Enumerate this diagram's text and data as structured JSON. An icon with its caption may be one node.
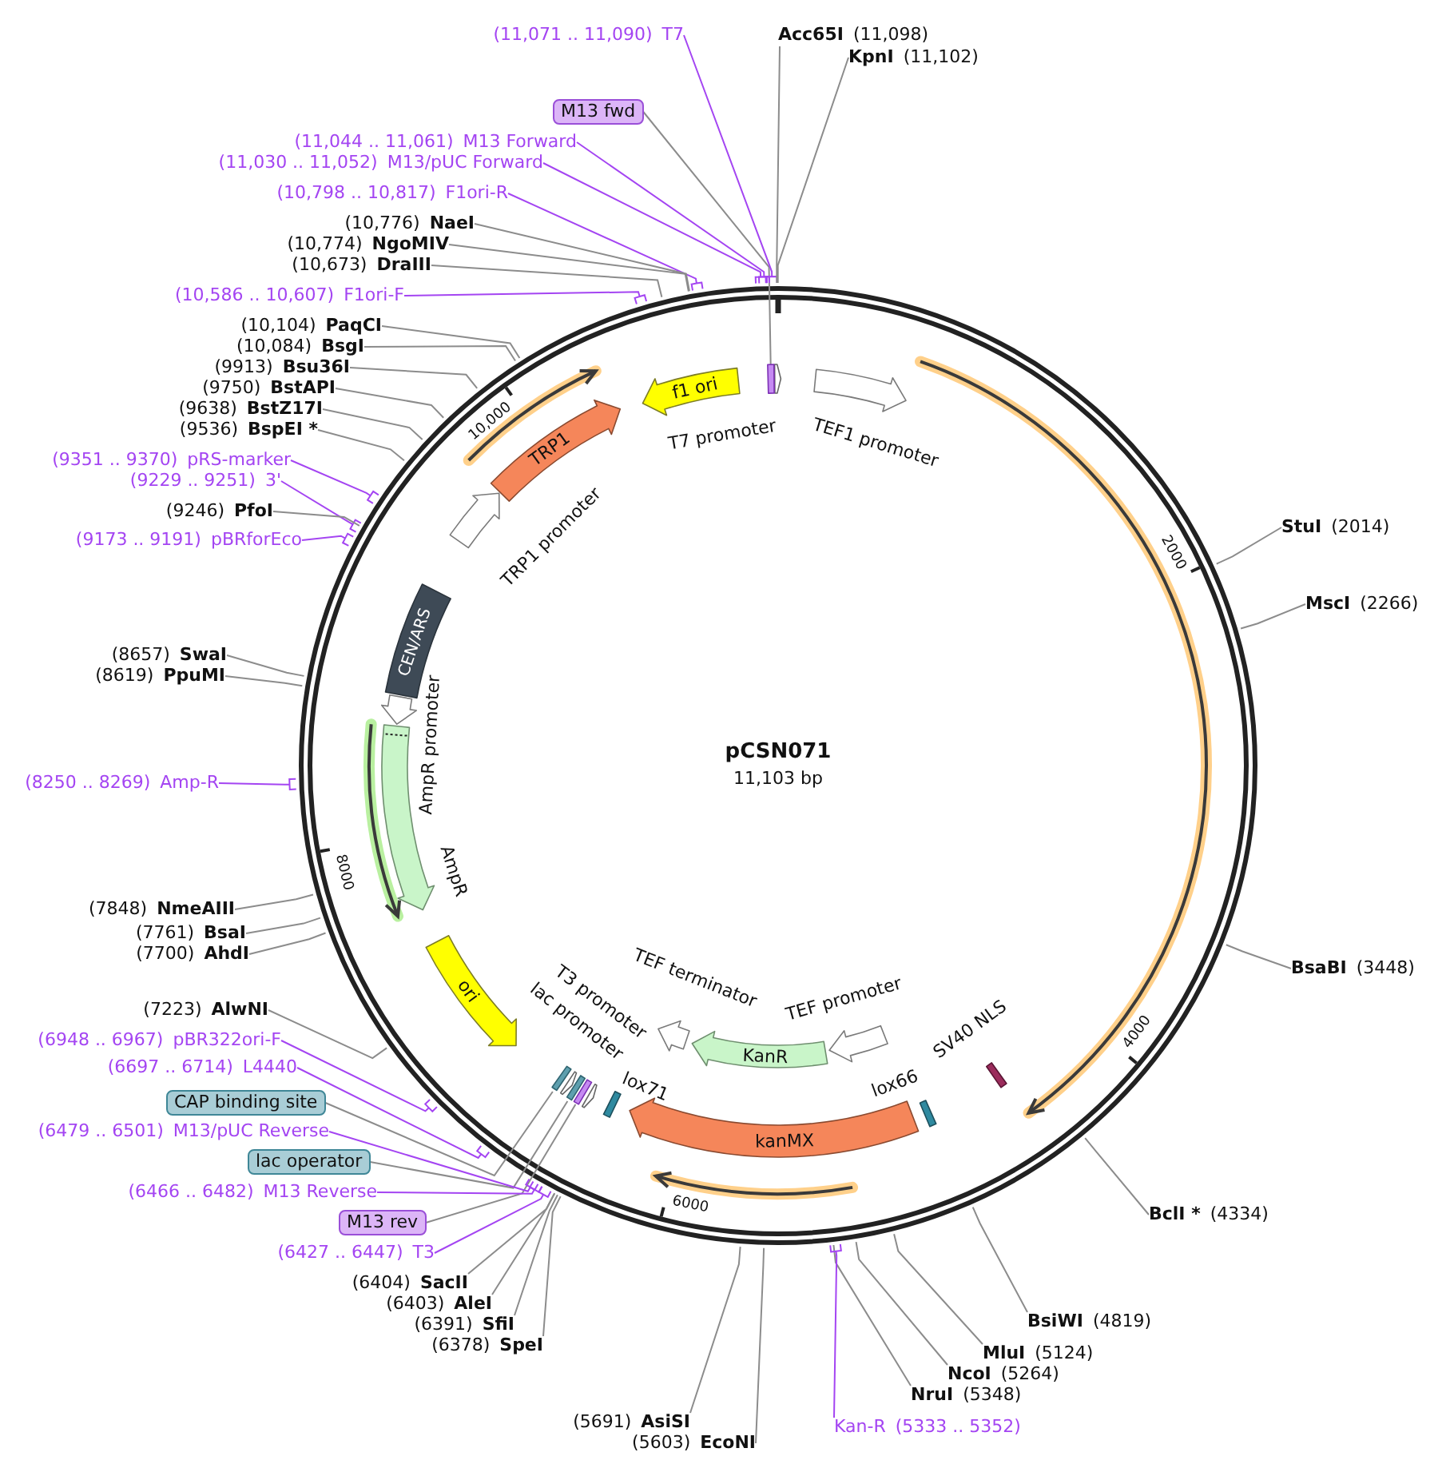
{
  "diagram": {
    "title": "pCSN071",
    "nodes": [
      {
        "text": [
          "f1 ori"
        ]
      },
      {
        "text": [],
        "shape": "arrow"
      },
      {
        "text": [],
        "shape": "bar"
      },
      {
        "text": [],
        "shape": "arrow",
        "beside": [
          "TEF1 promoter"
        ]
      },
      {
        "text": [],
        "shape": "arrow",
        "beside": [
          "TRP1 promoter"
        ]
      },
      {
        "text": [
          "TRP1"
        ]
      },
      {
        "text": [
          "CEN/ARS"
        ]
      },
      {
        "text": [],
        "shape": "arrow",
        "beside": [
          "AmpR promoter"
        ]
      },
      {
        "text": [],
        "shape": "arrow",
        "beside": [
          "AmpR"
        ]
      },
      {
        "text": [
          "ori"
        ]
      },
      {
        "text": [],
        "shape": "arrow",
        "beside": [
          "lac promoter"
        ]
      },
      {
        "text": [],
        "shape": "bar"
      },
      {
        "text": [],
        "shape": "bar"
      },
      {
        "text": [],
        "shape": "bar"
      },
      {
        "text": [],
        "shape": "arrow"
      },
      {
        "text": [],
        "shape": "bar",
        "beside": [
          "lox71"
        ]
      },
      {
        "text": [],
        "shape": "arrow",
        "beside": [
          "TEF terminator"
        ]
      },
      {
        "text": [
          "KanR"
        ]
      },
      {
        "text": [],
        "shape": "arrow",
        "beside": [
          "TEF promoter"
        ]
      },
      {
        "text": [
          "kanMX"
        ]
      },
      {
        "text": [],
        "shape": "bar",
        "beside": [
          "lox66"
        ]
      },
      {
        "text": [],
        "shape": "bar",
        "beside": [
          "SV40 NLS"
        ]
      },
      {
        "text": [
          "M13 fwd"
        ]
      },
      {
        "text": [
          "CAP binding site"
        ]
      },
      {
        "text": [
          "lac operator"
        ]
      },
      {
        "text": [
          "M13 rev"
        ]
      },
      {
        "text": [
          "(11,071 .. 11,090)",
          "T7"
        ]
      },
      {
        "text": [
          "Acc65I",
          "(11,098)"
        ]
      },
      {
        "text": [
          "KpnI",
          "(11,102)"
        ]
      },
      {
        "text": [
          "(11,044 .. 11,061)",
          "M13 Forward"
        ]
      },
      {
        "text": [
          "(11,030 .. 11,052)",
          "M13/pUC Forward"
        ]
      },
      {
        "text": [
          "(10,798 .. 10,817)",
          "F1ori-R"
        ]
      },
      {
        "text": [
          "(10,776)",
          "NaeI"
        ]
      },
      {
        "text": [
          "(10,774)",
          "NgoMIV"
        ]
      },
      {
        "text": [
          "(10,673)",
          "DraIII"
        ]
      },
      {
        "text": [
          "(10,586 .. 10,607)",
          "F1ori-F"
        ]
      },
      {
        "text": [
          "(10,104)",
          "PaqCI"
        ]
      },
      {
        "text": [
          "(10,084)",
          "BsgI"
        ]
      },
      {
        "text": [
          "(9913)",
          "Bsu36I"
        ]
      },
      {
        "text": [
          "(9750)",
          "BstAPI"
        ]
      },
      {
        "text": [
          "(9638)",
          "BstZ17I"
        ]
      },
      {
        "text": [
          "(9536)",
          "BspEI *"
        ]
      },
      {
        "text": [
          "(9351 .. 9370)",
          "pRS-marker"
        ]
      },
      {
        "text": [
          "(9229 .. 9251)",
          "3'"
        ]
      },
      {
        "text": [
          "(9246)",
          "PfoI"
        ]
      },
      {
        "text": [
          "(9173 .. 9191)",
          "pBRforEco"
        ]
      },
      {
        "text": [
          "StuI",
          "(2014)"
        ]
      },
      {
        "text": [
          "MscI",
          "(2266)"
        ]
      },
      {
        "text": [
          "(8657)",
          "SwaI"
        ]
      },
      {
        "text": [
          "(8619)",
          "PpuMI"
        ]
      },
      {
        "text": [
          "(8250 .. 8269)",
          "Amp-R"
        ]
      },
      {
        "text": [
          "(7848)",
          "NmeAIII"
        ]
      },
      {
        "text": [
          "(7761)",
          "BsaI"
        ]
      },
      {
        "text": [
          "(7700)",
          "AhdI"
        ]
      },
      {
        "text": [
          "BsaBI",
          "(3448)"
        ]
      },
      {
        "text": [
          "(7223)",
          "AlwNI"
        ]
      },
      {
        "text": [
          "(6948 .. 6967)",
          "pBR322ori-F"
        ]
      },
      {
        "text": [
          "(6697 .. 6714)",
          "L4440"
        ]
      },
      {
        "text": [
          "(6479 .. 6501)",
          "M13/pUC Reverse"
        ]
      },
      {
        "text": [
          "(6466 .. 6482)",
          "M13 Reverse"
        ]
      },
      {
        "text": [
          "BclI *",
          "(4334)"
        ]
      },
      {
        "text": [
          "(6427 .. 6447)",
          "T3"
        ]
      },
      {
        "text": [
          "(6404)",
          "SacII"
        ]
      },
      {
        "text": [
          "(6403)",
          "AleI"
        ]
      },
      {
        "text": [
          "(6391)",
          "SfiI"
        ]
      },
      {
        "text": [
          "(6378)",
          "SpeI"
        ]
      },
      {
        "text": [
          "BsiWI",
          "(4819)"
        ]
      },
      {
        "text": [
          "MluI",
          "(5124)"
        ]
      },
      {
        "text": [
          "NcoI",
          "(5264)"
        ]
      },
      {
        "text": [
          "NruI",
          "(5348)"
        ]
      },
      {
        "text": [
          "(5691)",
          "AsiSI"
        ]
      },
      {
        "text": [
          "Kan-R",
          "(5333 .. 5352)"
        ]
      },
      {
        "text": [
          "(5603)",
          "EcoNI"
        ]
      }
    ],
    "edges": [
      {
        "from": 22,
        "to": 2,
        "arrow": "none"
      },
      {
        "from": 23,
        "to": 11,
        "arrow": "none"
      },
      {
        "from": 24,
        "to": 12,
        "arrow": "none"
      },
      {
        "from": 25,
        "to": 13,
        "arrow": "none"
      },
      {
        "from": 26,
        "to": null,
        "arrow": "none",
        "color": "#a445f2"
      },
      {
        "from": 27,
        "to": null,
        "arrow": "none"
      },
      {
        "from": 28,
        "to": null,
        "arrow": "none"
      },
      {
        "from": 29,
        "to": null,
        "arrow": "none",
        "color": "#a445f2"
      },
      {
        "from": 30,
        "to": null,
        "arrow": "none",
        "color": "#a445f2"
      },
      {
        "from": 31,
        "to": null,
        "arrow": "none",
        "color": "#a445f2"
      },
      {
        "from": 32,
        "to": null,
        "arrow": "none"
      },
      {
        "from": 33,
        "to": null,
        "arrow": "none"
      },
      {
        "from": 34,
        "to": null,
        "arrow": "none"
      },
      {
        "from": 35,
        "to": null,
        "arrow": "none",
        "color": "#a445f2"
      },
      {
        "from": 36,
        "to": null,
        "arrow": "none"
      },
      {
        "from": 37,
        "to": null,
        "arrow": "none"
      },
      {
        "from": 38,
        "to": null,
        "arrow": "none"
      },
      {
        "from": 39,
        "to": null,
        "arrow": "none"
      },
      {
        "from": 40,
        "to": null,
        "arrow": "none"
      },
      {
        "from": 41,
        "to": null,
        "arrow": "none"
      },
      {
        "from": 42,
        "to": null,
        "arrow": "none",
        "color": "#a445f2"
      },
      {
        "from": 43,
        "to": null,
        "arrow": "none",
        "color": "#a445f2"
      },
      {
        "from": 44,
        "to": null,
        "arrow": "none"
      },
      {
        "from": 45,
        "to": null,
        "arrow": "none",
        "color": "#a445f2"
      },
      {
        "from": 46,
        "to": null,
        "arrow": "none"
      },
      {
        "from": 47,
        "to": null,
        "arrow": "none"
      },
      {
        "from": 48,
        "to": null,
        "arrow": "none"
      },
      {
        "from": 49,
        "to": null,
        "arrow": "none"
      },
      {
        "from": 50,
        "to": null,
        "arrow": "none",
        "color": "#a445f2"
      },
      {
        "from": 51,
        "to": null,
        "arrow": "none"
      },
      {
        "from": 52,
        "to": null,
        "arrow": "none"
      },
      {
        "from": 53,
        "to": null,
        "arrow": "none"
      },
      {
        "from": 54,
        "to": null,
        "arrow": "none"
      },
      {
        "from": 55,
        "to": null,
        "arrow": "none"
      },
      {
        "from": 56,
        "to": null,
        "arrow": "none",
        "color": "#a445f2"
      },
      {
        "from": 57,
        "to": null,
        "arrow": "none",
        "color": "#a445f2"
      },
      {
        "from": 58,
        "to": null,
        "arrow": "none",
        "color": "#a445f2"
      },
      {
        "from": 59,
        "to": null,
        "arrow": "none",
        "color": "#a445f2"
      },
      {
        "from": 60,
        "to": null,
        "arrow": "none"
      },
      {
        "from": 61,
        "to": null,
        "arrow": "none",
        "color": "#a445f2"
      },
      {
        "from": 62,
        "to": null,
        "arrow": "none"
      },
      {
        "from": 63,
        "to": null,
        "arrow": "none"
      },
      {
        "from": 64,
        "to": null,
        "arrow": "none"
      },
      {
        "from": 65,
        "to": null,
        "arrow": "none"
      },
      {
        "from": 66,
        "to": null,
        "arrow": "none"
      },
      {
        "from": 67,
        "to": null,
        "arrow": "none"
      },
      {
        "from": 68,
        "to": null,
        "arrow": "none"
      },
      {
        "from": 69,
        "to": null,
        "arrow": "none"
      },
      {
        "from": 70,
        "to": null,
        "arrow": "none"
      },
      {
        "from": 71,
        "to": null,
        "arrow": "none",
        "color": "#a445f2"
      },
      {
        "from": 72,
        "to": null,
        "arrow": "none"
      }
    ],
    "labels": [
      "10,000",
      "T7 promoter",
      "2000",
      "11,103 bp",
      "8000",
      "4000",
      "T3 promoter",
      "6000"
    ]
  }
}
